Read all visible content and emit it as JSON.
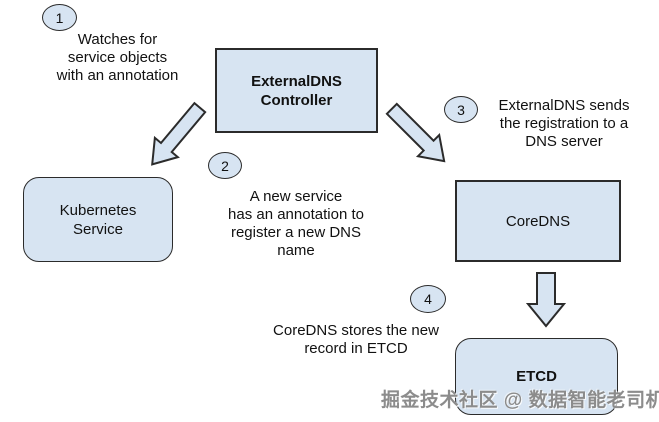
{
  "colors": {
    "background": "#ffffff",
    "node_fill": "#d7e4f2",
    "node_border": "#2b2b2b",
    "text": "#111111",
    "watermark": "#8c8c8c"
  },
  "nodes": {
    "controller": {
      "label": "ExternalDNS\nController",
      "shape": "rect",
      "bold": true
    },
    "kubernetes": {
      "label": "Kubernetes\nService",
      "shape": "rounded",
      "bold": false
    },
    "coredns": {
      "label": "CoreDNS",
      "shape": "rect",
      "bold": false
    },
    "etcd": {
      "label": "ETCD",
      "shape": "rounded",
      "bold": true
    }
  },
  "steps": [
    {
      "number": "1",
      "text": "Watches for\nservice objects\nwith an annotation"
    },
    {
      "number": "2",
      "text": "A new service\nhas an annotation to\nregister a new DNS\nname"
    },
    {
      "number": "3",
      "text": "ExternalDNS sends\nthe registration to a\nDNS server"
    },
    {
      "number": "4",
      "text": "CoreDNS stores the new\nrecord in ETCD"
    }
  ],
  "edges": [
    {
      "from": "ExternalDNS Controller",
      "to": "Kubernetes Service",
      "direction": "down-left"
    },
    {
      "from": "ExternalDNS Controller",
      "to": "CoreDNS",
      "direction": "down-right"
    },
    {
      "from": "CoreDNS",
      "to": "ETCD",
      "direction": "down"
    }
  ],
  "watermark": "掘金技术社区 @ 数据智能老司机"
}
